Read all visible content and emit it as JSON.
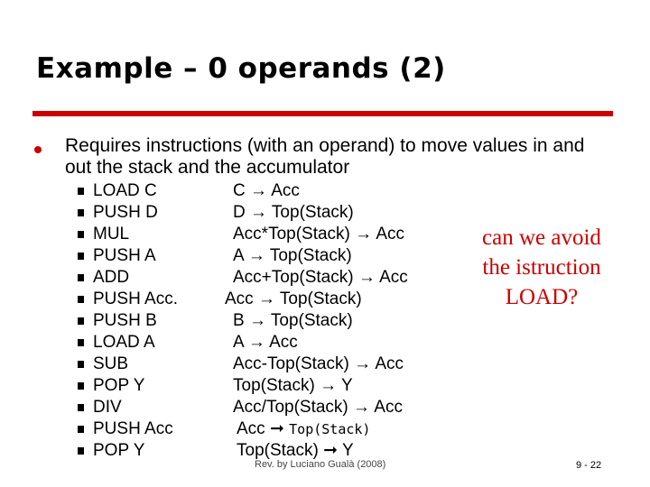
{
  "slide": {
    "title": "Example – 0 operands (2)",
    "bullet": "Requires instructions (with an operand) to move values in and out the stack and the accumulator",
    "rows": [
      {
        "instr": "LOAD C",
        "effect": "C → Acc"
      },
      {
        "instr": "PUSH D",
        "effect": "D → Top(Stack)"
      },
      {
        "instr": "MUL",
        "effect": "Acc*Top(Stack) → Acc"
      },
      {
        "instr": "PUSH A",
        "effect": "A → Top(Stack)"
      },
      {
        "instr": "ADD",
        "effect": "Acc+Top(Stack) → Acc"
      },
      {
        "instr": "PUSH Acc.",
        "effect": "Acc → Top(Stack)"
      },
      {
        "instr": "PUSH B",
        "effect": "B → Top(Stack)"
      },
      {
        "instr": "LOAD A",
        "effect": "A → Acc"
      },
      {
        "instr": "SUB",
        "effect": "Acc-Top(Stack) → Acc"
      },
      {
        "instr": "POP Y",
        "effect": "Top(Stack) → Y"
      },
      {
        "instr": "DIV",
        "effect": "Acc/Top(Stack) → Acc"
      },
      {
        "instr": "PUSH Acc",
        "effect_prefix": "Acc ➞ ",
        "effect_suffix": "Top(Stack)"
      },
      {
        "instr": "POP Y",
        "effect": "Top(Stack) ➞ Y"
      }
    ],
    "question": "can we avoid the istruction LOAD?",
    "footer": "Rev. by Luciano Gualà (2008)",
    "page_number": "9 -  22",
    "colors": {
      "accent": "#cc0000",
      "text": "#000000"
    }
  }
}
